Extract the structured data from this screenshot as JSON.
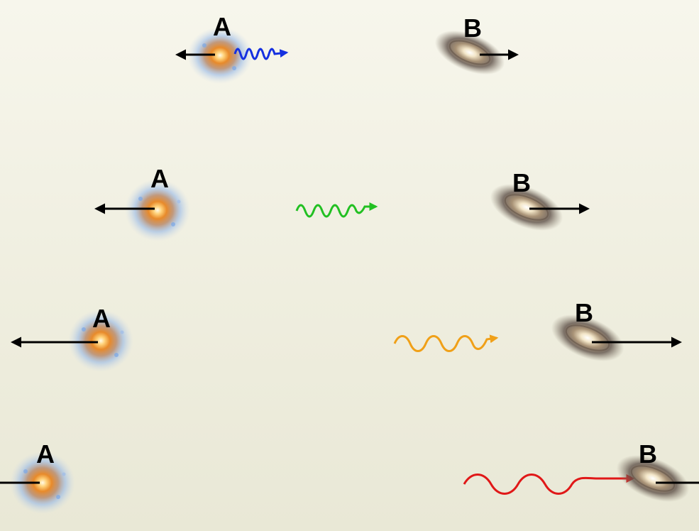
{
  "labels": {
    "galaxy_a": "A",
    "galaxy_b": "B"
  },
  "colors": {
    "background": "#f3f2e4",
    "arrow": "#000000",
    "galaxy_a_core": "#ffb347",
    "galaxy_a_arms": "#8fb4e8",
    "galaxy_b_core": "#fff4dc",
    "galaxy_b_arms": "#7a6a5a",
    "photon_stage_1": "#1530e0",
    "photon_stage_2": "#22c022",
    "photon_stage_3": "#f0a018",
    "photon_stage_4": "#e01818"
  },
  "stages": [
    {
      "stage": 1,
      "photon_color": "blue"
    },
    {
      "stage": 2,
      "photon_color": "green"
    },
    {
      "stage": 3,
      "photon_color": "orange"
    },
    {
      "stage": 4,
      "photon_color": "red"
    }
  ]
}
